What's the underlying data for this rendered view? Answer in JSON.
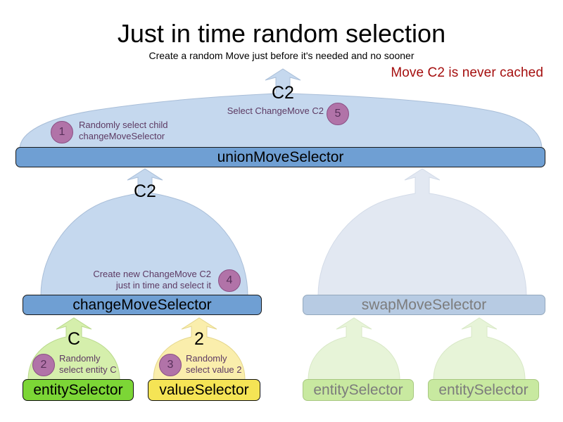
{
  "header": {
    "title": "Just in time random selection",
    "subtitle": "Create a random Move just before it's needed and no sooner",
    "note": "Move C2 is never cached"
  },
  "colors": {
    "arrow_blue": "#c5d8ee",
    "arrow_blue_faded": "#e2e8f2",
    "arrow_green": "#d5efac",
    "arrow_green_faded": "#e7f4d8",
    "arrow_yellow": "#faeeac",
    "box_blue": "#6f9fd3",
    "box_green": "#7cd636",
    "box_yellow": "#f5e455",
    "box_faded_blue": "#b7cbe3",
    "box_faded_green": "#c8e9a0",
    "badge": "#b173a8",
    "note_red": "#a50f0f",
    "annotation_text": "#5d3a63",
    "faded_text": "#7c7c7c"
  },
  "nodes": {
    "union": "unionMoveSelector",
    "change": "changeMoveSelector",
    "swap": "swapMoveSelector",
    "entity_left": "entitySelector",
    "value_left": "valueSelector",
    "entity_swap_1": "entitySelector",
    "entity_swap_2": "entitySelector"
  },
  "flow_labels": {
    "top_out": "C2",
    "union_to_change": "C2",
    "entity_out": "C",
    "value_out": "2"
  },
  "annotations": [
    {
      "number": "1",
      "text": "Randomly select child\nchangeMoveSelector",
      "line1": "Randomly select child",
      "line2": "changeMoveSelector"
    },
    {
      "number": "2",
      "text": "Randomly\nselect entity C",
      "line1": "Randomly",
      "line2": "select entity C"
    },
    {
      "number": "3",
      "text": "Randomly\nselect value 2",
      "line1": "Randomly",
      "line2": "select value 2"
    },
    {
      "number": "4",
      "text": "Create new ChangeMove C2\njust in time and select it",
      "line1": "Create new ChangeMove C2",
      "line2": "just in time and select it"
    },
    {
      "number": "5",
      "text": "Select ChangeMove C2",
      "line1": "Select ChangeMove C2",
      "line2": ""
    }
  ]
}
